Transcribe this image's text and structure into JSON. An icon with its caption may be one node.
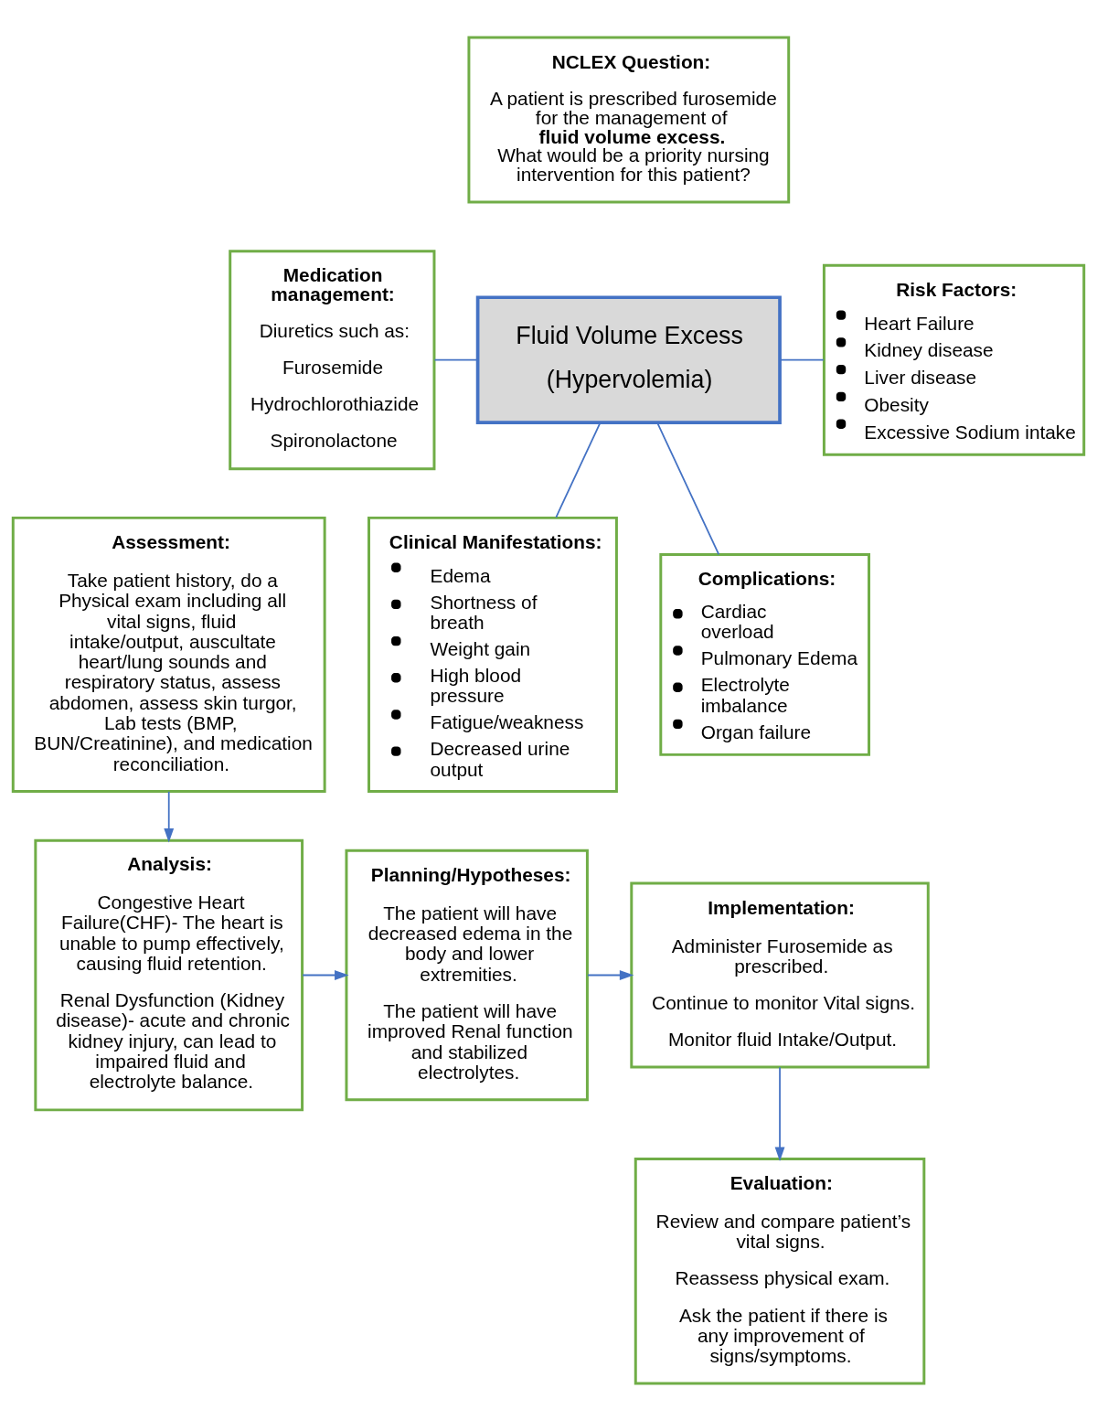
{
  "diagram": {
    "nodes": [
      {
        "text": [
          "NCLEX Question:",
          "A patient is prescribed furosemide for the management of **fluid volume excess.** What would be a priority nursing intervention for this patient?"
        ]
      },
      {
        "text": [
          "Medication management:",
          "Diuretics such as:",
          "Furosemide",
          "Hydrochlorothiazide",
          "Spironolactone"
        ]
      },
      {
        "text": [
          "Fluid Volume Excess",
          "(Hypervolemia)"
        ]
      },
      {
        "text": [
          "Risk Factors:",
          "Heart Failure",
          "Kidney disease",
          "Liver disease",
          "Obesity",
          "Excessive Sodium intake"
        ]
      },
      {
        "text": [
          "Assessment:",
          "Take patient history, do a Physical exam including all vital signs, fluid intake/output, auscultate heart/lung sounds and respiratory status, assess abdomen, assess skin turgor, Lab tests (BMP, BUN/Creatinine), and medication reconciliation."
        ]
      },
      {
        "text": [
          "Clinical Manifestations:",
          "Edema",
          "Shortness of breath",
          "Weight gain",
          "High blood pressure",
          "Fatigue/weakness",
          "Decreased urine output"
        ]
      },
      {
        "text": [
          "Complications:",
          "Cardiac overload",
          "Pulmonary Edema",
          "Electrolyte imbalance",
          "Organ failure"
        ]
      },
      {
        "text": [
          "Analysis:",
          "Congestive Heart Failure(CHF)- The heart is unable to pump effectively, causing fluid retention.",
          "Renal Dysfunction (Kidney disease)- acute and chronic kidney injury, can lead to impaired fluid and electrolyte balance."
        ]
      },
      {
        "text": [
          "Planning/Hypotheses:",
          "The patient will have decreased edema in the body and lower extremities.",
          "The patient will have improved Renal function and stabilized electrolytes."
        ]
      },
      {
        "text": [
          "Implementation:",
          "Administer Furosemide as prescribed.",
          "Continue to monitor Vital signs.",
          "Monitor fluid Intake/Output."
        ]
      },
      {
        "text": [
          "Evaluation:",
          "Review and compare patient’s vital signs.",
          "Reassess physical exam.",
          "Ask the patient if there is any improvement of signs/symptoms."
        ]
      }
    ],
    "edges": [
      {
        "from": 1,
        "to": 2,
        "arrow": "none"
      },
      {
        "from": 2,
        "to": 3,
        "arrow": "none"
      },
      {
        "from": 2,
        "to": 5,
        "arrow": "none"
      },
      {
        "from": 2,
        "to": 6,
        "arrow": "none"
      },
      {
        "from": 4,
        "to": 7,
        "arrow": "to"
      },
      {
        "from": 7,
        "to": 8,
        "arrow": "to"
      },
      {
        "from": 8,
        "to": 9,
        "arrow": "to"
      },
      {
        "from": 9,
        "to": 10,
        "arrow": "to"
      }
    ]
  }
}
